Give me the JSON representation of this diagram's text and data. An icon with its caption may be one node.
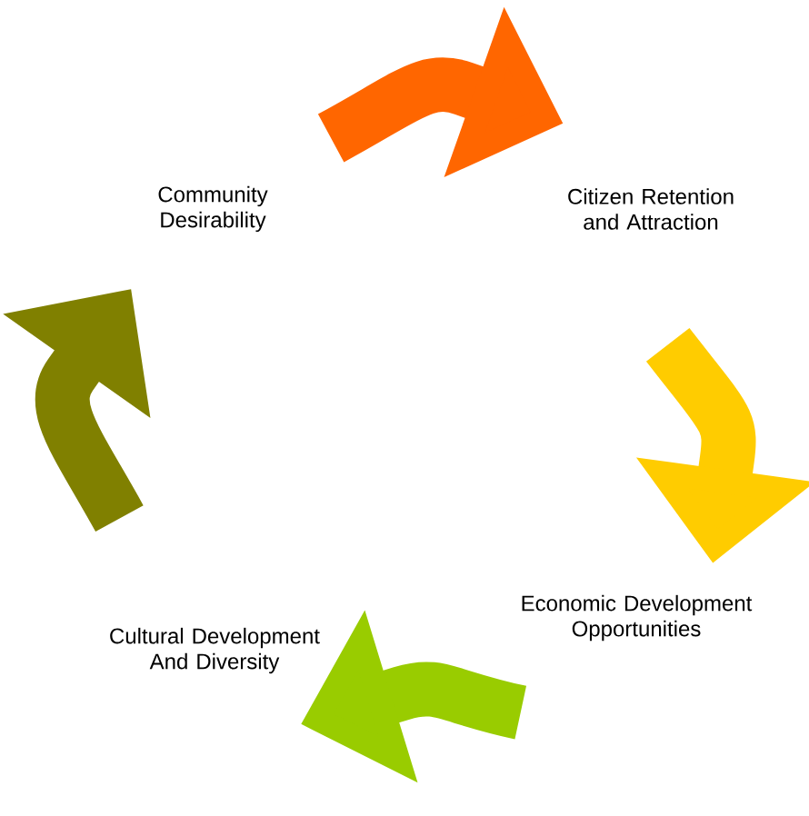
{
  "diagram": {
    "nodes": [
      {
        "text": [
          "Community Desirability"
        ]
      },
      {
        "text": [
          "Citizen Retention and Attraction"
        ]
      },
      {
        "text": [
          "Economic Development Opportunities"
        ]
      },
      {
        "text": [
          "Cultural Development And Diversity"
        ]
      }
    ],
    "edges": [
      {
        "from": 0,
        "to": 1,
        "arrow": "to",
        "color": "#ff6600"
      },
      {
        "from": 1,
        "to": 2,
        "arrow": "to",
        "color": "#ffcc00"
      },
      {
        "from": 2,
        "to": 3,
        "arrow": "to",
        "color": "#99cc00"
      },
      {
        "from": 3,
        "to": 0,
        "arrow": "to",
        "color": "#808000"
      }
    ]
  }
}
